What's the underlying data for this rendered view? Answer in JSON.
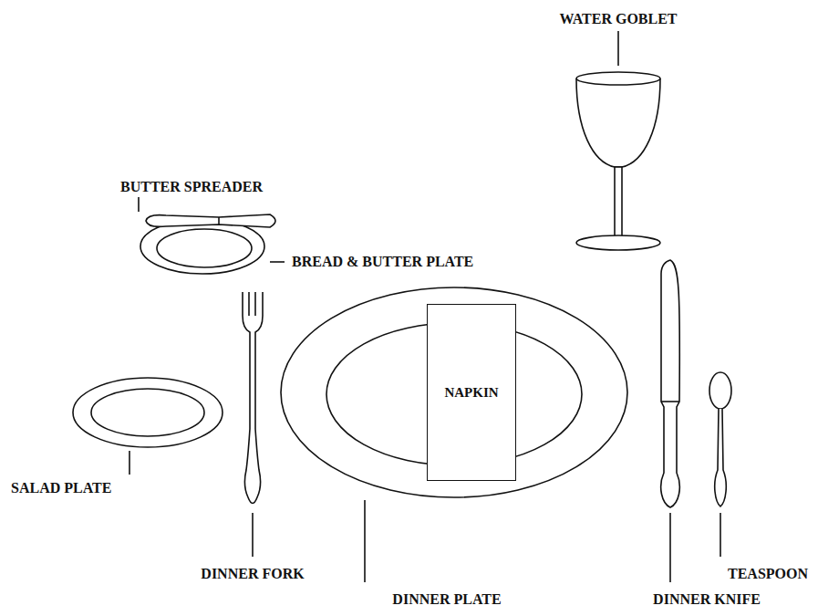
{
  "diagram": {
    "nodes": [
      {
        "text": [
          "NAPKIN"
        ]
      }
    ],
    "labels": [
      "WATER GOBLET",
      "BUTTER SPREADER",
      "BREAD & BUTTER PLATE",
      "SALAD PLATE",
      "DINNER FORK",
      "TEASPOON",
      "DINNER PLATE",
      "DINNER KNIFE"
    ]
  }
}
